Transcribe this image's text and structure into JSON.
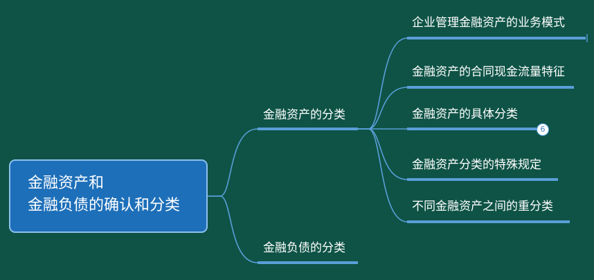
{
  "colors": {
    "background": "#0e5346",
    "root_fill": "#1d6fb9",
    "root_border": "#8ec0ee",
    "connector": "#5a9fd8",
    "text": "#ffffff"
  },
  "root": {
    "line1": "金融资产和",
    "line2": "金融负债的确认和分类"
  },
  "branches": {
    "assets": {
      "label": "金融资产的分类",
      "children": [
        "企业管理金融资产的业务模式",
        "金融资产的合同现金流量特征",
        "金融资产的具体分类",
        "金融资产分类的特殊规定",
        "不同金融资产之间的重分类"
      ],
      "badge": "6"
    },
    "liabilities": {
      "label": "金融负债的分类"
    }
  }
}
